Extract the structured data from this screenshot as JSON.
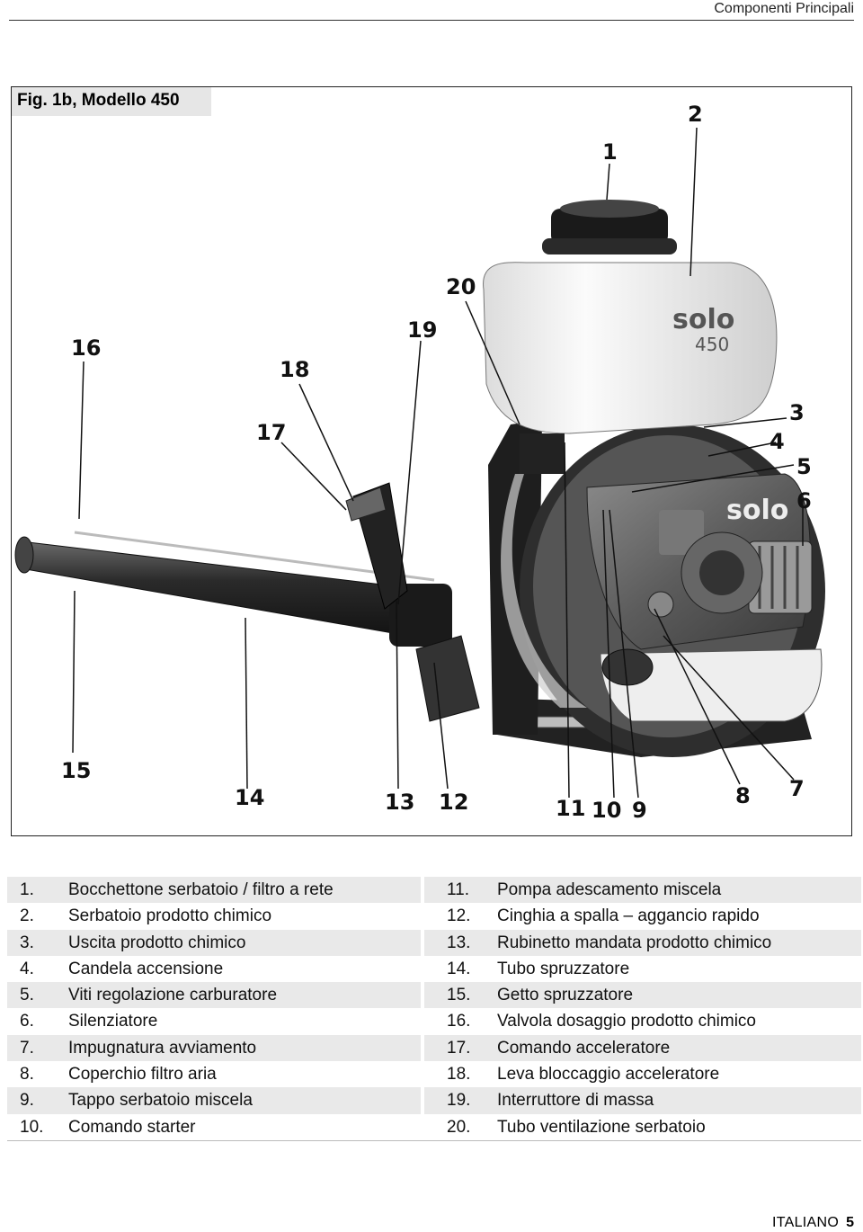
{
  "header": {
    "title": "Componenti Principali"
  },
  "figure": {
    "caption": "Fig. 1b, Modello 450",
    "callouts": [
      "1",
      "2",
      "3",
      "4",
      "5",
      "6",
      "7",
      "8",
      "9",
      "10",
      "11",
      "12",
      "13",
      "14",
      "15",
      "16",
      "17",
      "18",
      "19",
      "20"
    ],
    "brand_tank": "solo",
    "brand_tank_model": "450",
    "brand_engine": "solo"
  },
  "legend": {
    "rows": [
      {
        "ln": "1.",
        "ll": "Bocchettone serbatoio / filtro a rete",
        "rn": "11.",
        "rl": "Pompa adescamento miscela"
      },
      {
        "ln": "2.",
        "ll": "Serbatoio prodotto chimico",
        "rn": "12.",
        "rl": "Cinghia a spalla – aggancio rapido"
      },
      {
        "ln": "3.",
        "ll": "Uscita prodotto chimico",
        "rn": "13.",
        "rl": "Rubinetto mandata prodotto chimico"
      },
      {
        "ln": "4.",
        "ll": "Candela accensione",
        "rn": "14.",
        "rl": "Tubo spruzzatore"
      },
      {
        "ln": "5.",
        "ll": "Viti regolazione carburatore",
        "rn": "15.",
        "rl": "Getto spruzzatore"
      },
      {
        "ln": "6.",
        "ll": "Silenziatore",
        "rn": "16.",
        "rl": "Valvola dosaggio prodotto chimico"
      },
      {
        "ln": "7.",
        "ll": "Impugnatura avviamento",
        "rn": "17.",
        "rl": "Comando acceleratore"
      },
      {
        "ln": "8.",
        "ll": "Coperchio filtro aria",
        "rn": "18.",
        "rl": "Leva bloccaggio acceleratore"
      },
      {
        "ln": "9.",
        "ll": "Tappo serbatoio miscela",
        "rn": "19.",
        "rl": "Interruttore di massa"
      },
      {
        "ln": "10.",
        "ll": "Comando starter",
        "rn": "20.",
        "rl": "Tubo ventilazione serbatoio"
      }
    ]
  },
  "footer": {
    "language": "ITALIANO",
    "page": "5"
  }
}
